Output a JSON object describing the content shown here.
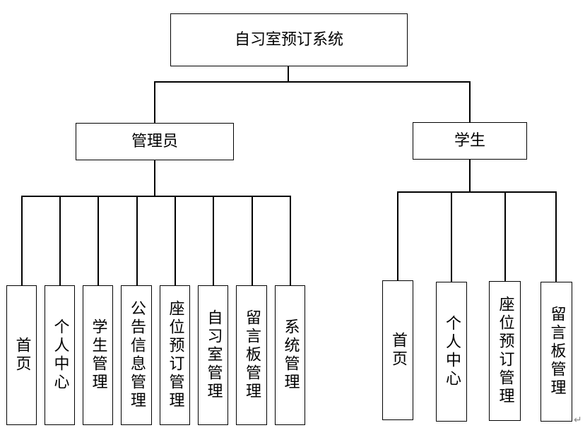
{
  "root": {
    "label": "自习室预订系统"
  },
  "admin": {
    "label": "管理员",
    "modules": [
      "首页",
      "个人中心",
      "学生管理",
      "公告信息管理",
      "座位预订管理",
      "自习室管理",
      "留言板管理",
      "系统管理"
    ]
  },
  "student": {
    "label": "学生",
    "modules": [
      "首页",
      "个人中心",
      "座位预订管理",
      "留言板管理"
    ]
  },
  "return_mark": "↵"
}
